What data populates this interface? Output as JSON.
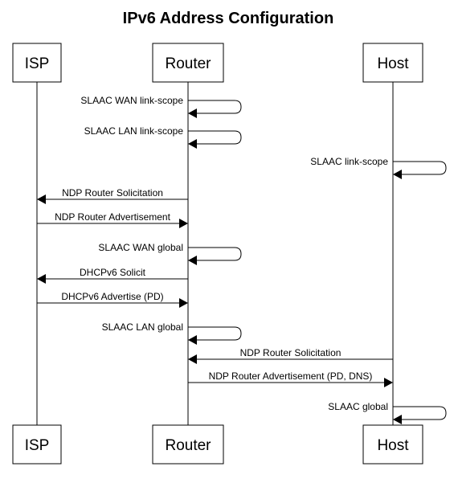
{
  "diagram": {
    "title": "IPv6 Address Configuration",
    "actors": [
      {
        "id": "isp",
        "label": "ISP"
      },
      {
        "id": "router",
        "label": "Router"
      },
      {
        "id": "host",
        "label": "Host"
      }
    ],
    "messages": [
      {
        "from": "router",
        "to": "router",
        "label": "SLAAC WAN link-scope"
      },
      {
        "from": "router",
        "to": "router",
        "label": "SLAAC LAN link-scope"
      },
      {
        "from": "host",
        "to": "host",
        "label": "SLAAC link-scope"
      },
      {
        "from": "router",
        "to": "isp",
        "label": "NDP Router Solicitation"
      },
      {
        "from": "isp",
        "to": "router",
        "label": "NDP Router Advertisement"
      },
      {
        "from": "router",
        "to": "router",
        "label": "SLAAC WAN global"
      },
      {
        "from": "router",
        "to": "isp",
        "label": "DHCPv6 Solicit"
      },
      {
        "from": "isp",
        "to": "router",
        "label": "DHCPv6 Advertise (PD)"
      },
      {
        "from": "router",
        "to": "router",
        "label": "SLAAC LAN global"
      },
      {
        "from": "host",
        "to": "router",
        "label": "NDP Router Solicitation"
      },
      {
        "from": "router",
        "to": "host",
        "label": "NDP Router Advertisement (PD, DNS)"
      },
      {
        "from": "host",
        "to": "host",
        "label": "SLAAC global"
      }
    ]
  }
}
